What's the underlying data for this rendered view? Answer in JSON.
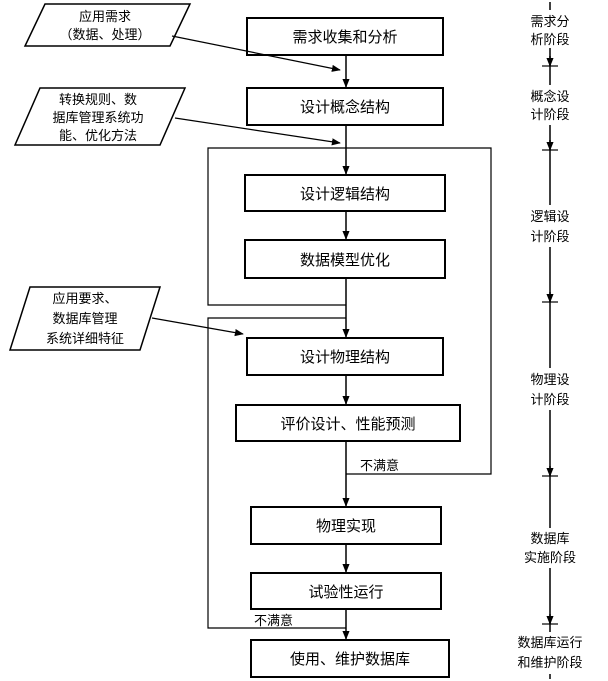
{
  "process_steps": {
    "step1": "需求收集和分析",
    "step2": "设计概念结构",
    "step3": "设计逻辑结构",
    "step4": "数据模型优化",
    "step5": "设计物理结构",
    "step6": "评价设计、性能预测",
    "step7": "物理实现",
    "step8": "试验性运行",
    "step9": "使用、维护数据库"
  },
  "inputs": {
    "input1": [
      "应用需求",
      "（数据、处理）"
    ],
    "input2": [
      "转换规则、数",
      "据库管理系统功",
      "能、优化方法"
    ],
    "input3": [
      "应用要求、",
      "数据库管理",
      "系统详细特征"
    ]
  },
  "feedback": {
    "loop1": "不满意",
    "loop2": "不满意"
  },
  "phases": {
    "p1": [
      "需求分",
      "析阶段"
    ],
    "p2": [
      "概念设",
      "计阶段"
    ],
    "p3": [
      "逻辑设",
      "计阶段"
    ],
    "p4": [
      "物理设",
      "计阶段"
    ],
    "p5": [
      "数据库",
      "实施阶段"
    ],
    "p6": [
      "数据库运行",
      "和维护阶段"
    ]
  }
}
